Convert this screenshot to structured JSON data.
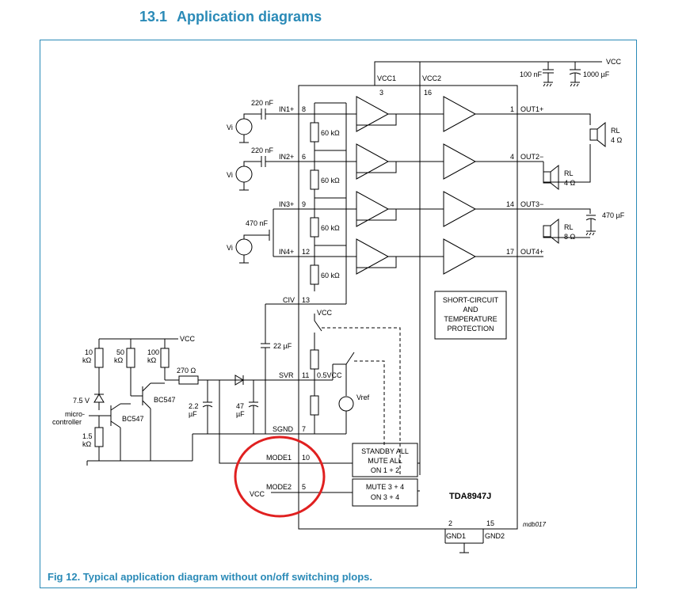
{
  "section": {
    "number": "13.1",
    "title": "Application diagrams"
  },
  "caption": "Fig 12. Typical application diagram without on/off switching plops.",
  "chip": {
    "name": "TDA8947J",
    "drawing_id": "mdb017"
  },
  "labels": {
    "vcc": "VCC",
    "vcc1": "VCC1",
    "vcc2": "VCC2",
    "c100n": "100 nF",
    "c1000u": "1000 µF",
    "pin3": "3",
    "pin16": "16",
    "c220n_a": "220 nF",
    "c220n_b": "220 nF",
    "c470n": "470 nF",
    "in1": "IN1+",
    "in2": "IN2+",
    "in3": "IN3+",
    "in4": "IN4+",
    "pin8": "8",
    "pin6": "6",
    "pin9": "9",
    "pin12": "12",
    "r60k_1": "60 kΩ",
    "r60k_2": "60 kΩ",
    "r60k_3": "60 kΩ",
    "r60k_4": "60 kΩ",
    "vi_1": "Vi",
    "vi_2": "Vi",
    "vi_3": "Vi",
    "pin1": "1",
    "pin4": "4",
    "pin14": "14",
    "pin17": "17",
    "out1": "OUT1+",
    "out2": "OUT2−",
    "out3": "OUT3−",
    "out4": "OUT4+",
    "rl_1": "RL",
    "rl_1v": "4 Ω",
    "rl_2": "RL",
    "rl_2v": "4 Ω",
    "rl_3": "RL",
    "rl_3v": "8 Ω",
    "c470u": "470 µF",
    "prot_1": "SHORT-CIRCUIT",
    "prot_2": "AND",
    "prot_3": "TEMPERATURE",
    "prot_4": "PROTECTION",
    "civ": "CIV",
    "pin13": "13",
    "c22u": "22 µF",
    "vcc_sw": "VCC",
    "svr": "SVR",
    "pin11": "11",
    "half_vcc": "0.5VCC",
    "vref": "Vref",
    "sgnd": "SGND",
    "pin7": "7",
    "mode1": "MODE1",
    "pin10": "10",
    "mode2": "MODE2",
    "pin5": "5",
    "vcc_mode2": "VCC",
    "standby_1": "STANDBY ALL",
    "standby_2": "MUTE ALL",
    "standby_3": "ON 1 + 2",
    "mute_1": "MUTE 3 + 4",
    "mute_2": "ON 3 + 4",
    "pin2": "2",
    "pin15": "15",
    "gnd1": "GND1",
    "gnd2": "GND2",
    "vcc_ext": "VCC",
    "r10k": "10",
    "r10k_u": "kΩ",
    "r50k": "50",
    "r50k_u": "kΩ",
    "r100k": "100",
    "r100k_u": "kΩ",
    "r270": "270 Ω",
    "bc547_a": "BC547",
    "bc547_b": "BC547",
    "zener": "7.5 V",
    "micro_1": "micro-",
    "micro_2": "controller",
    "r1_5k": "1.5",
    "r1_5k_u": "kΩ",
    "c2_2u": "2.2",
    "c2_2u_u": "µF",
    "c47u": "47",
    "c47u_u": "µF"
  },
  "colors": {
    "accent": "#2a8ab7",
    "highlight": "#e02020",
    "line": "#000000"
  }
}
